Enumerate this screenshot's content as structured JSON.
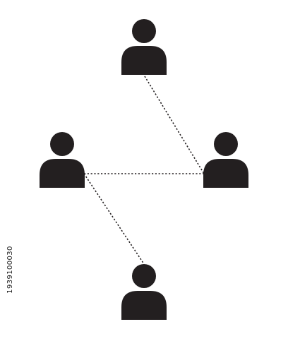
{
  "image_id_text": "1939100030",
  "colors": {
    "background": "#ffffff",
    "person_fill": "#231f20",
    "connector": "#231f20"
  },
  "nodes": [
    {
      "name": "person-top",
      "icon": "person-icon"
    },
    {
      "name": "person-left",
      "icon": "person-icon"
    },
    {
      "name": "person-right",
      "icon": "person-icon"
    },
    {
      "name": "person-bottom",
      "icon": "person-icon"
    }
  ],
  "connections": [
    {
      "from": "person-top",
      "to": "person-right",
      "style": "dotted"
    },
    {
      "from": "person-left",
      "to": "person-right",
      "style": "dotted"
    },
    {
      "from": "person-left",
      "to": "person-bottom",
      "style": "dotted"
    }
  ]
}
